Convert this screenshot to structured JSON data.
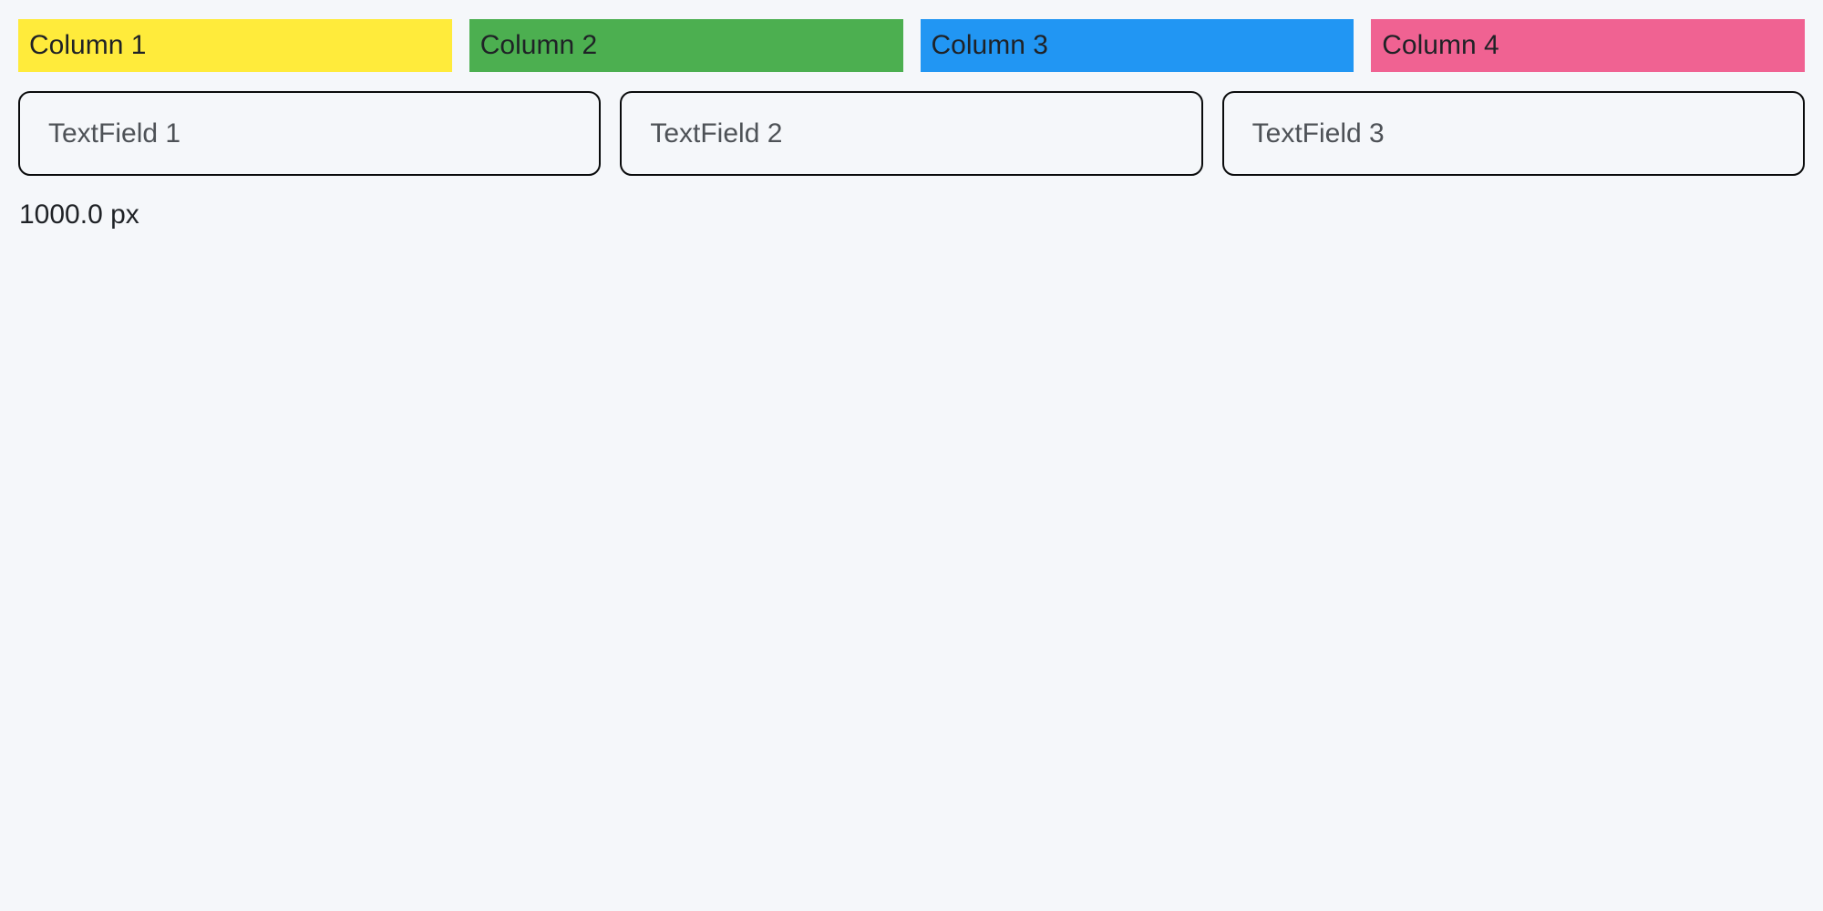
{
  "page": {
    "background": "#f5f7fa"
  },
  "columns": [
    {
      "label": "Column 1",
      "color": "#ffeb3b"
    },
    {
      "label": "Column 2",
      "color": "#4caf50"
    },
    {
      "label": "Column 3",
      "color": "#2196f3"
    },
    {
      "label": "Column 4",
      "color": "#f06292"
    }
  ],
  "textfields": [
    {
      "placeholder": "TextField 1",
      "value": ""
    },
    {
      "placeholder": "TextField 2",
      "value": ""
    },
    {
      "placeholder": "TextField 3",
      "value": ""
    }
  ],
  "density_label": "1000.0 px",
  "text_colors": {
    "column_label": "#1f2226",
    "textfield_placeholder": "#4e5257",
    "density_label": "#1f2226"
  }
}
